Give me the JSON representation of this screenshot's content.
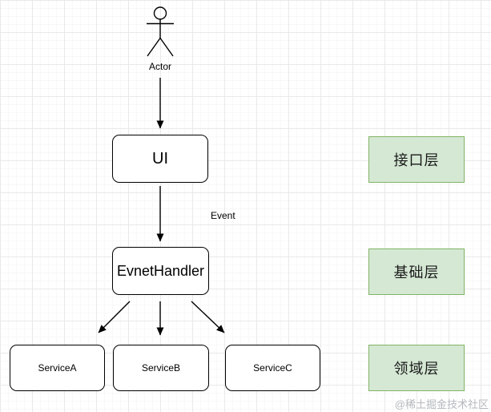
{
  "diagram": {
    "actor": {
      "label": "Actor"
    },
    "nodes": {
      "ui": {
        "label": "UI"
      },
      "event_handler": {
        "label": "EvnetHandler"
      },
      "service_a": {
        "label": "ServiceA"
      },
      "service_b": {
        "label": "ServiceB"
      },
      "service_c": {
        "label": "ServiceC"
      }
    },
    "edge_labels": {
      "event": "Event"
    },
    "layers": [
      {
        "label": "接口层"
      },
      {
        "label": "基础层"
      },
      {
        "label": "领域层"
      }
    ],
    "colors": {
      "layer_fill": "#d5e8d4",
      "layer_border": "#82b366",
      "node_border": "#000000",
      "grid_line": "#e9e9e9"
    },
    "watermark": "@稀土掘金技术社区"
  }
}
